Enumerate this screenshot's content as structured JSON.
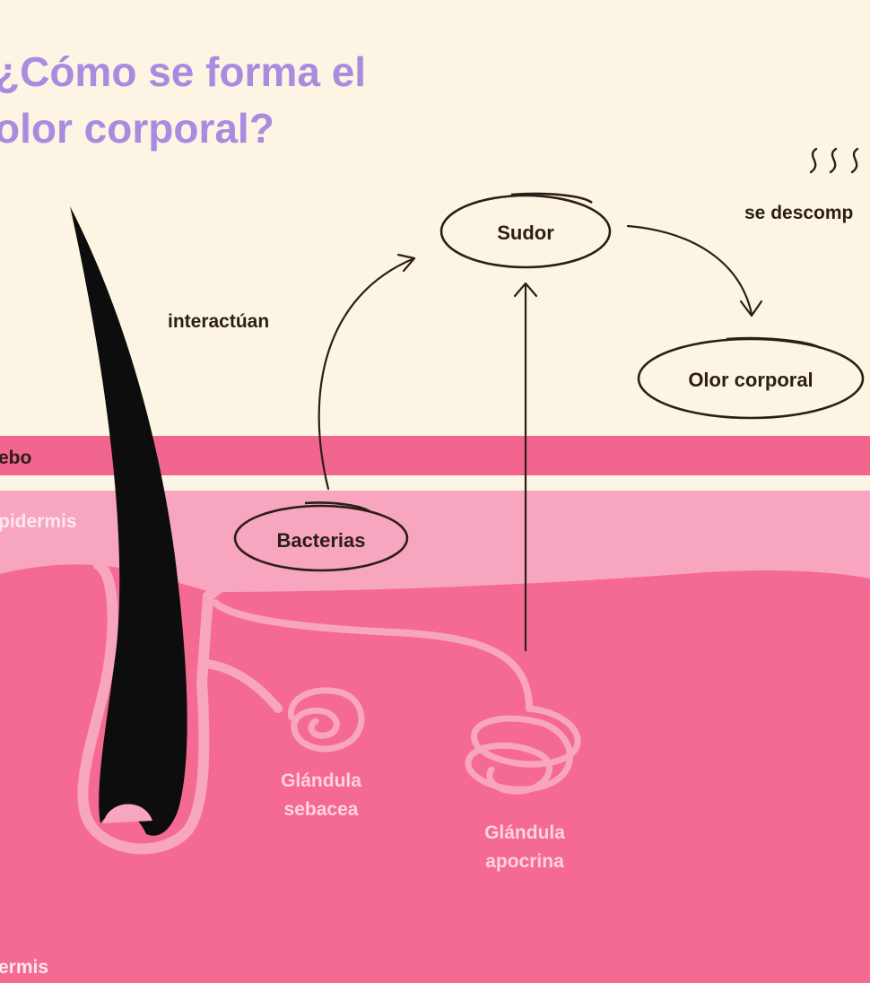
{
  "title": {
    "line1": "¿Cómo se forma el",
    "line2": "olor corporal?"
  },
  "labels": {
    "sudor": "Sudor",
    "olor_corporal": "Olor corporal",
    "bacterias": "Bacterias",
    "interactuan": "interactúan",
    "se_descompone": "se descomp",
    "sebo": "ebo",
    "epidermis": "pidermis",
    "dermis": "ermis",
    "glandula_sebacea_1": "Glándula",
    "glandula_sebacea_2": "sebacea",
    "glandula_apocrina_1": "Glándula",
    "glandula_apocrina_2": "apocrina"
  },
  "icons": {
    "smell": "wavy-odor-lines-icon"
  },
  "colors": {
    "background": "#fdf5e4",
    "title": "#a98be0",
    "sebum_layer": "#f2658f",
    "epidermis": "#f8a5c0",
    "dermis": "#f56a93",
    "hair": "#0d0d0d",
    "ink": "#2b1e16",
    "gland_label": "#ffd3e0"
  }
}
